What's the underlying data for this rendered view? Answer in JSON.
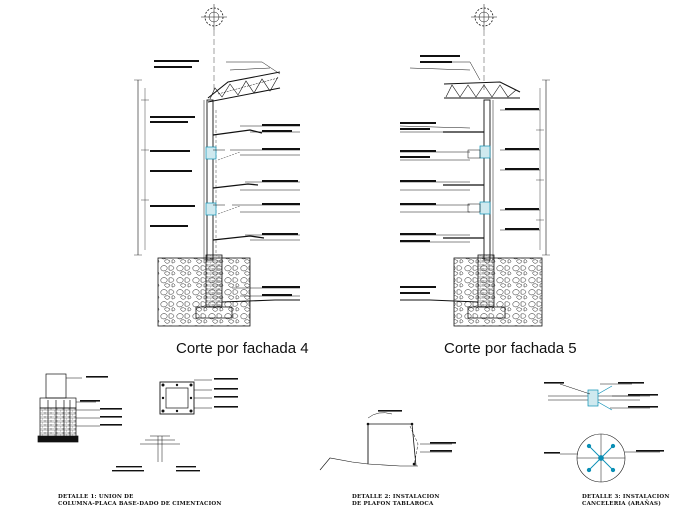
{
  "sections": [
    {
      "id": "facade-4",
      "title": "Corte por fachada 4"
    },
    {
      "id": "facade-5",
      "title": "Corte por fachada 5"
    }
  ],
  "details": [
    {
      "id": "detail-1",
      "caption_line1": "DETALLE 1: UNION DE",
      "caption_line2": "COLUMNA-PLACA BASE-DADO DE CIMENTACION"
    },
    {
      "id": "detail-2",
      "caption_line1": "DETALLE 2: INSTALACION",
      "caption_line2": "DE PLAFON TABLAROCA"
    },
    {
      "id": "detail-3",
      "caption_line1": "DETALLE 3: INSTALACION",
      "caption_line2": "CANCELERIA (ARAÑAS)"
    }
  ],
  "colors": {
    "line": "#111111",
    "accent": "#0a8fb5",
    "background": "#ffffff"
  }
}
